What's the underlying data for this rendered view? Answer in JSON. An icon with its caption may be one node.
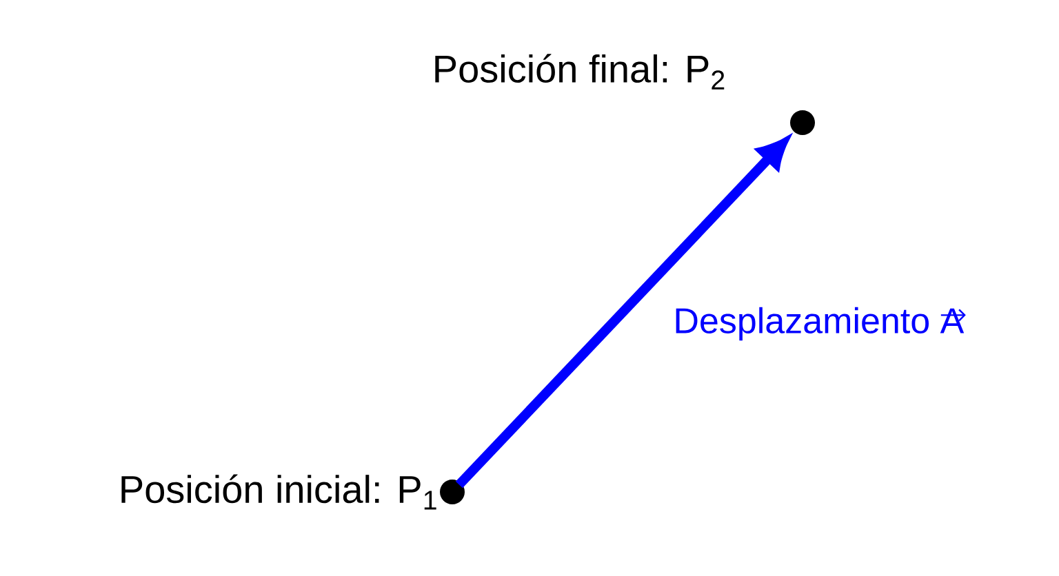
{
  "diagram": {
    "nodes": [
      {
        "text": [],
        "shape": "circle",
        "beside": [
          "Posición inicial: P$_{1}$"
        ]
      },
      {
        "text": [],
        "shape": "circle",
        "beside": [
          "Posición final: P$_{2}$"
        ]
      }
    ],
    "edges": [
      {
        "from": 0,
        "to": 1,
        "arrow": "to",
        "label": "Desplazamiento A",
        "color": "#0000ff"
      }
    ]
  }
}
